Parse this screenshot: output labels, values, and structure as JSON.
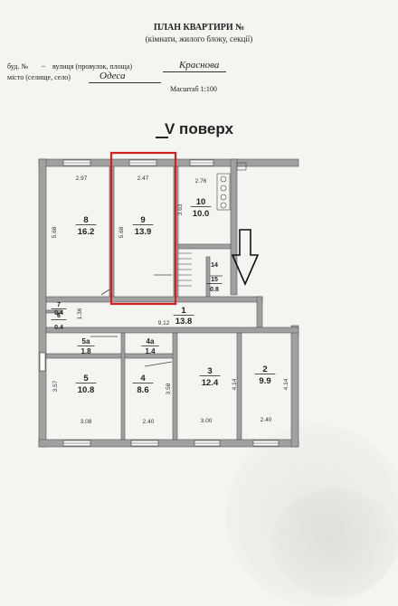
{
  "header": {
    "title": "ПЛАН КВАРТИРИ №",
    "subtitle": "(кімнати, жилого блоку, секції)",
    "building_label": "буд. №",
    "building_number": "_",
    "street_label": "вулиця (провулок, площа)",
    "street_value": "Краснова",
    "city_label": "місто (селище, село)",
    "city_value": "Одеса",
    "scale": "Масштаб 1:100"
  },
  "floor_label": "V поверх",
  "rooms": [
    {
      "number": "8",
      "area": "16.2"
    },
    {
      "number": "9",
      "area": "13.9"
    },
    {
      "number": "10",
      "area": "10.0"
    },
    {
      "number": "14",
      "area": ""
    },
    {
      "number": "15",
      "area": "0.8"
    },
    {
      "number": "7",
      "area": "0.4"
    },
    {
      "number": "6",
      "area": "0.4"
    },
    {
      "number": "1",
      "area": "13.8"
    },
    {
      "number": "5a",
      "area": "1.8"
    },
    {
      "number": "4a",
      "area": "1.4"
    },
    {
      "number": "5",
      "area": "10.8"
    },
    {
      "number": "4",
      "area": "8.6"
    },
    {
      "number": "3",
      "area": "12.4"
    },
    {
      "number": "2",
      "area": "9.9"
    }
  ],
  "dimensions": [
    "2.97",
    "2.47",
    "2.76",
    "5.68",
    "5.68",
    "3.63",
    "1.36",
    "9.12",
    "3.57",
    "3.58",
    "4.14",
    "4.14",
    "3.08",
    "2.40",
    "3.00",
    "2.40"
  ],
  "colors": {
    "wall": "#9a9a9a",
    "highlight": "#d42020",
    "arrow": "#111111"
  },
  "icons": [
    "down-arrow-icon"
  ]
}
